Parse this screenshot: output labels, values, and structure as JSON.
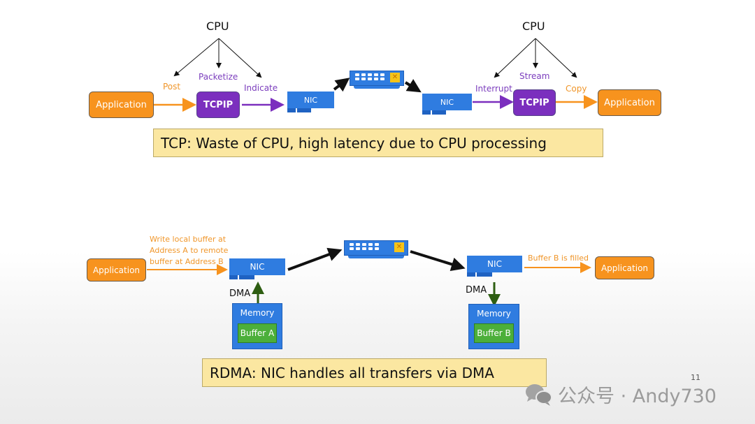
{
  "tcp": {
    "left": {
      "cpu_label": "CPU",
      "application_label": "Application",
      "post_label": "Post",
      "packetize_label": "Packetize",
      "tcpip_label": "TCPIP",
      "indicate_label": "Indicate",
      "nic_label": "NIC"
    },
    "right": {
      "cpu_label": "CPU",
      "nic_label": "NIC",
      "interrupt_label": "Interrupt",
      "stream_label": "Stream",
      "tcpip_label": "TCPIP",
      "copy_label": "Copy",
      "application_label": "Application"
    },
    "caption": "TCP: Waste of CPU, high latency due to CPU processing"
  },
  "rdma": {
    "left": {
      "application_label": "Application",
      "write_label": [
        "Write local buffer at",
        "Address A to remote",
        "buffer at Address B"
      ],
      "nic_label": "NIC",
      "dma_label": "DMA",
      "memory_label": "Memory",
      "buffer_label": "Buffer A"
    },
    "right": {
      "nic_label": "NIC",
      "filled_label": "Buffer B is filled",
      "application_label": "Application",
      "dma_label": "DMA",
      "memory_label": "Memory",
      "buffer_label": "Buffer B"
    },
    "caption": "RDMA: NIC handles all transfers via DMA"
  },
  "slide": {
    "page_number": "11",
    "watermark": "公众号 · Andy730"
  },
  "colors": {
    "application": "#f7931e",
    "tcpip": "#7b2fbe",
    "nic": "#2f7ce0",
    "buffer": "#4caf3a",
    "caption_bg": "#fbe7a1"
  }
}
